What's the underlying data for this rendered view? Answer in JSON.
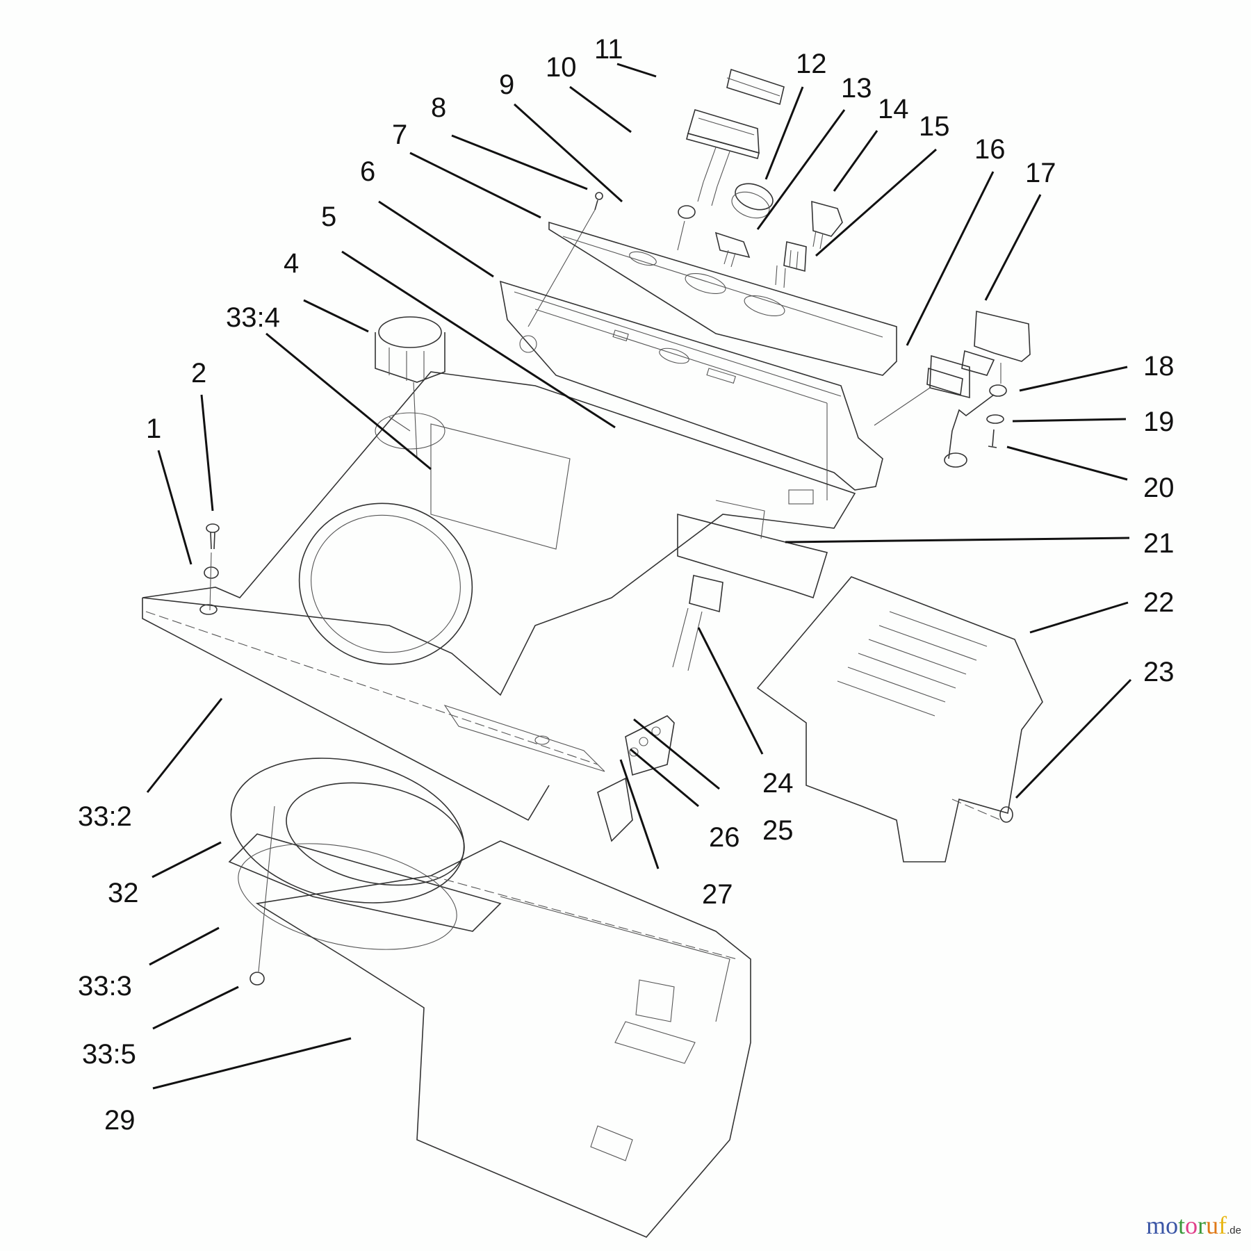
{
  "diagram": {
    "type": "exploded-parts-view",
    "callouts": [
      {
        "id": "1",
        "label": "1"
      },
      {
        "id": "2",
        "label": "2"
      },
      {
        "id": "4",
        "label": "4"
      },
      {
        "id": "5",
        "label": "5"
      },
      {
        "id": "6",
        "label": "6"
      },
      {
        "id": "7",
        "label": "7"
      },
      {
        "id": "8",
        "label": "8"
      },
      {
        "id": "9",
        "label": "9"
      },
      {
        "id": "10",
        "label": "10"
      },
      {
        "id": "11",
        "label": "11"
      },
      {
        "id": "12",
        "label": "12"
      },
      {
        "id": "13",
        "label": "13"
      },
      {
        "id": "14",
        "label": "14"
      },
      {
        "id": "15",
        "label": "15"
      },
      {
        "id": "16",
        "label": "16"
      },
      {
        "id": "17",
        "label": "17"
      },
      {
        "id": "18",
        "label": "18"
      },
      {
        "id": "19",
        "label": "19"
      },
      {
        "id": "20",
        "label": "20"
      },
      {
        "id": "21",
        "label": "21"
      },
      {
        "id": "22",
        "label": "22"
      },
      {
        "id": "23",
        "label": "23"
      },
      {
        "id": "24",
        "label": "24"
      },
      {
        "id": "25",
        "label": "25"
      },
      {
        "id": "26",
        "label": "26"
      },
      {
        "id": "27",
        "label": "27"
      },
      {
        "id": "29",
        "label": "29"
      },
      {
        "id": "32",
        "label": "32"
      },
      {
        "id": "33-2",
        "label": "33:2"
      },
      {
        "id": "33-3",
        "label": "33:3"
      },
      {
        "id": "33-4",
        "label": "33:4"
      },
      {
        "id": "33-5",
        "label": "33:5"
      }
    ]
  },
  "watermark": {
    "letters": [
      "m",
      "o",
      "t",
      "o",
      "r",
      "u",
      "f"
    ],
    "letter_colors": [
      "#3b56a6",
      "#3b56a6",
      "#3c9a3c",
      "#e0408a",
      "#3c9a3c",
      "#e07a18",
      "#e8b818"
    ],
    "tld": ".de"
  }
}
